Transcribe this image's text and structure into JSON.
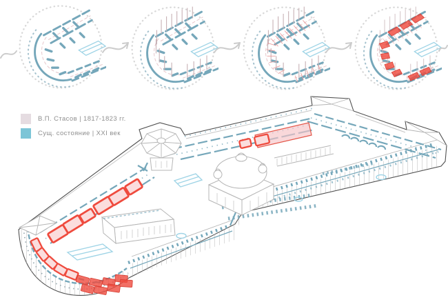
{
  "legend": {
    "items": [
      {
        "id": "stasov",
        "label": "В.П. Стасов | 1817-1823 гг.",
        "color": "#e5dce1"
      },
      {
        "id": "existing",
        "label": "Сущ. состояние | XXI век",
        "color": "#7cc5d7"
      }
    ]
  },
  "sequence": {
    "stage_count": 4,
    "stages": [
      {
        "name": "stage-1-existing-plan"
      },
      {
        "name": "stage-2-vertical-columns"
      },
      {
        "name": "stage-3-floor-hatch"
      },
      {
        "name": "stage-4-inserted-volumes"
      }
    ]
  },
  "colors": {
    "stasov-pink": "#e5dce1",
    "existing-teal": "#7cc5d7",
    "wall-teal": "#75a7ba",
    "slab-cyan": "#9fd4e6",
    "room-red": "#ef4b3e",
    "room-fill": "#fbdddd",
    "hall-pink": "#f6c3c6",
    "hatch-red": "#ea9a9a",
    "column-pink": "#c9b3b7",
    "outline-dark": "#4f4f4f",
    "outline-light": "#c6c6c6",
    "detail-gray": "#b5b5b5",
    "arrow-gray": "#cccccc",
    "ring-gray": "#d8d8d8",
    "text-gray": "#8f8f8f",
    "background": "#ffffff"
  }
}
